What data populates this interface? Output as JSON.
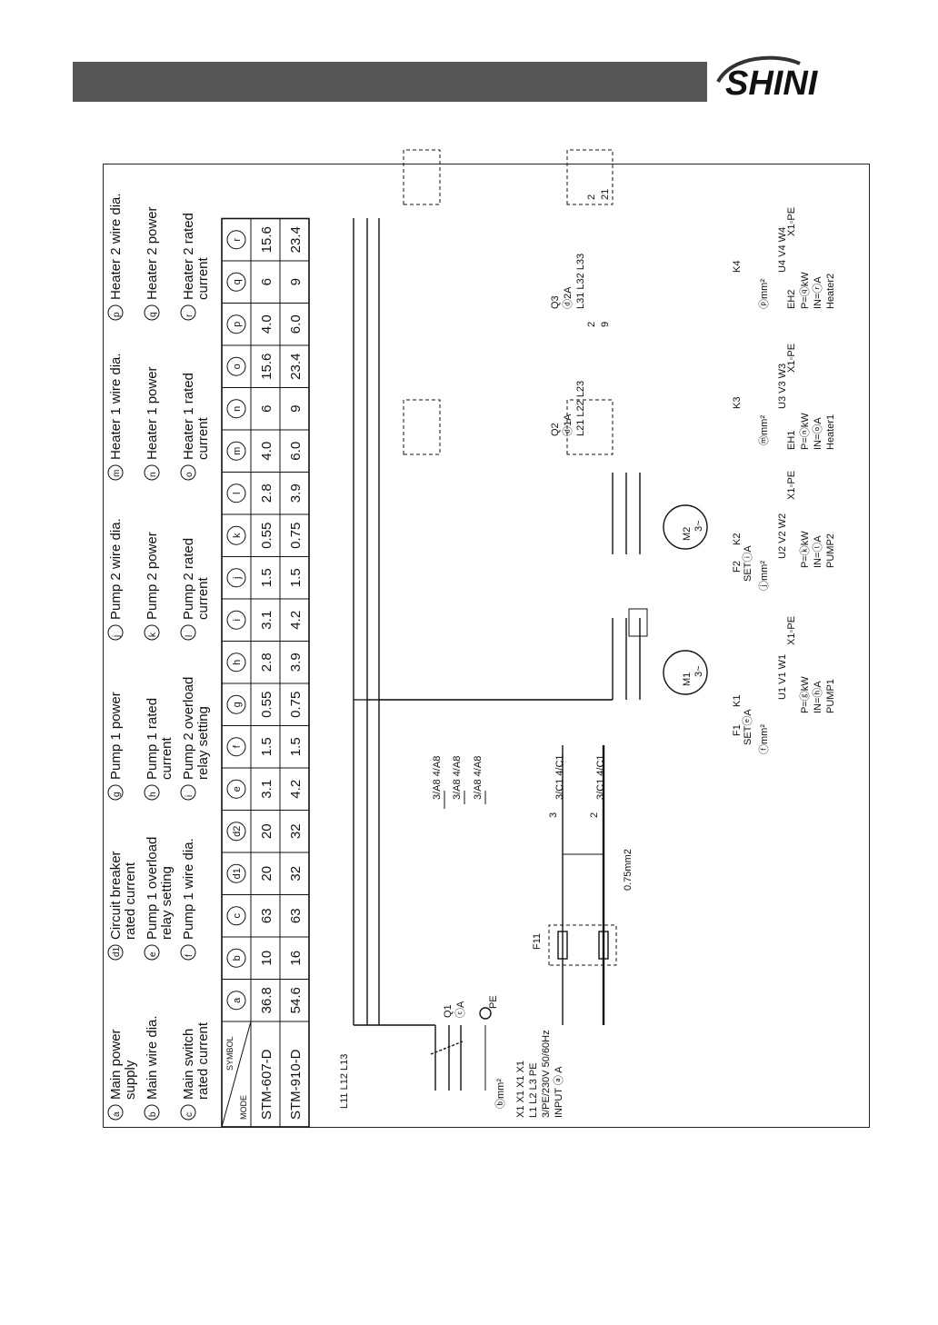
{
  "brand": {
    "logo_text": "SHINI",
    "colors": {
      "header_bar": "#555555",
      "logo": "#333333",
      "line": "#111111"
    }
  },
  "legend": [
    {
      "symbol": "a",
      "text": [
        "Main power",
        "supply"
      ]
    },
    {
      "symbol": "b",
      "text": [
        "Main wire dia."
      ]
    },
    {
      "symbol": "c",
      "text": [
        "Main switch",
        "rated current"
      ]
    },
    {
      "symbol": "d1 d2",
      "text": [
        "Circuit breaker",
        "rated current"
      ]
    },
    {
      "symbol": "e",
      "text": [
        "Pump 1 overload",
        "relay setting"
      ]
    },
    {
      "symbol": "f",
      "text": [
        "Pump 1 wire dia."
      ]
    },
    {
      "symbol": "g",
      "text": [
        "Pump 1 power"
      ]
    },
    {
      "symbol": "h",
      "text": [
        "Pump 1 rated",
        "current"
      ]
    },
    {
      "symbol": "i",
      "text": [
        "Pump 2 overload",
        "relay setting"
      ]
    },
    {
      "symbol": "j",
      "text": [
        "Pump 2 wire dia."
      ]
    },
    {
      "symbol": "k",
      "text": [
        "Pump 2 power"
      ]
    },
    {
      "symbol": "l",
      "text": [
        "Pump 2 rated",
        "current"
      ]
    },
    {
      "symbol": "m",
      "text": [
        "Heater 1 wire dia."
      ]
    },
    {
      "symbol": "n",
      "text": [
        "Heater 1 power"
      ]
    },
    {
      "symbol": "o",
      "text": [
        "Heater 1 rated",
        "current"
      ]
    },
    {
      "symbol": "p",
      "text": [
        "Heater 2 wire dia."
      ]
    },
    {
      "symbol": "q",
      "text": [
        "Heater 2 power"
      ]
    },
    {
      "symbol": "r",
      "text": [
        "Heater 2 rated",
        "current"
      ]
    }
  ],
  "table": {
    "corner_top": "SYMBOL",
    "corner_bottom": "MODE",
    "columns": [
      "a",
      "b",
      "c",
      "d1",
      "d2",
      "e",
      "f",
      "g",
      "h",
      "i",
      "j",
      "k",
      "l",
      "m",
      "n",
      "o",
      "p",
      "q",
      "r"
    ],
    "rows": [
      {
        "model": "STM-607-D",
        "values": [
          "36.8",
          "10",
          "63",
          "20",
          "20",
          "3.1",
          "1.5",
          "0.55",
          "2.8",
          "3.1",
          "1.5",
          "0.55",
          "2.8",
          "4.0",
          "6",
          "15.6",
          "4.0",
          "6",
          "15.6"
        ]
      },
      {
        "model": "STM-910-D",
        "values": [
          "54.6",
          "16",
          "63",
          "32",
          "32",
          "4.2",
          "1.5",
          "0.75",
          "3.9",
          "4.2",
          "1.5",
          "0.75",
          "3.9",
          "6.0",
          "9",
          "23.4",
          "6.0",
          "9",
          "23.4"
        ]
      }
    ]
  },
  "schematic": {
    "input": {
      "phases": "X1 X1 X1 X1",
      "terminals": "L1  L2  L3  PE",
      "supply": "3/PE/230V 50/60Hz",
      "input_label": "INPUT ⓐ A",
      "wire_label": "ⓑmm²",
      "bus_labels": "L11 L12 L13",
      "pe_label": "PE"
    },
    "main_switch": {
      "id": "Q1",
      "rating": "ⓒA"
    },
    "fuse": {
      "id": "F11",
      "wire": "0.75mm2"
    },
    "refs": {
      "ref1": "3/A8 4/A8",
      "ref2": "3/A8 4/A8",
      "ref3": "3/A8 4/A8",
      "ref4": "3/C1 4/C1",
      "ref5": "3/C1 4/C1",
      "n3": "3",
      "n2": "2"
    },
    "pump1": {
      "contactor": "K1",
      "overload": "F1",
      "set": "SETⓔA",
      "wire": "ⓕmm²",
      "terminals": "U1 V1 W1",
      "motor": "M1",
      "phase": "3~",
      "power": "P=ⓖkW",
      "current": "IN=ⓗA",
      "name": "PUMP1",
      "pe": "X1◦PE"
    },
    "pump2": {
      "contactor": "K2",
      "overload": "F2",
      "set": "SETⓘA",
      "wire": "ⓙmm²",
      "terminals": "U2 V2 W2",
      "motor": "M2",
      "phase": "3~",
      "power": "P=ⓚkW",
      "current": "IN=ⓛA",
      "name": "PUMP2",
      "pe": "X1◦PE"
    },
    "heater1": {
      "breaker": "Q2",
      "rating": "ⓓ1A",
      "bus": "L21 L22 L23",
      "contactor": "K3",
      "wire": "ⓜmm²",
      "terminals": "U3 V3 W3",
      "element": "EH1",
      "power": "P=ⓝkW",
      "current": "IN=ⓞA",
      "name": "Heater1",
      "pe": "X1◦PE",
      "aux1": "2",
      "aux2": "9"
    },
    "heater2": {
      "breaker": "Q3",
      "rating": "ⓓ2A",
      "bus": "L31 L32 L33",
      "contactor": "K4",
      "wire": "ⓟmm²",
      "terminals": "U4 V4 W4",
      "element": "EH2",
      "power": "P=ⓠkW",
      "current": "IN=ⓡA",
      "name": "Heater2",
      "pe": "X1◦PE",
      "aux1": "2",
      "aux2": "21"
    }
  }
}
